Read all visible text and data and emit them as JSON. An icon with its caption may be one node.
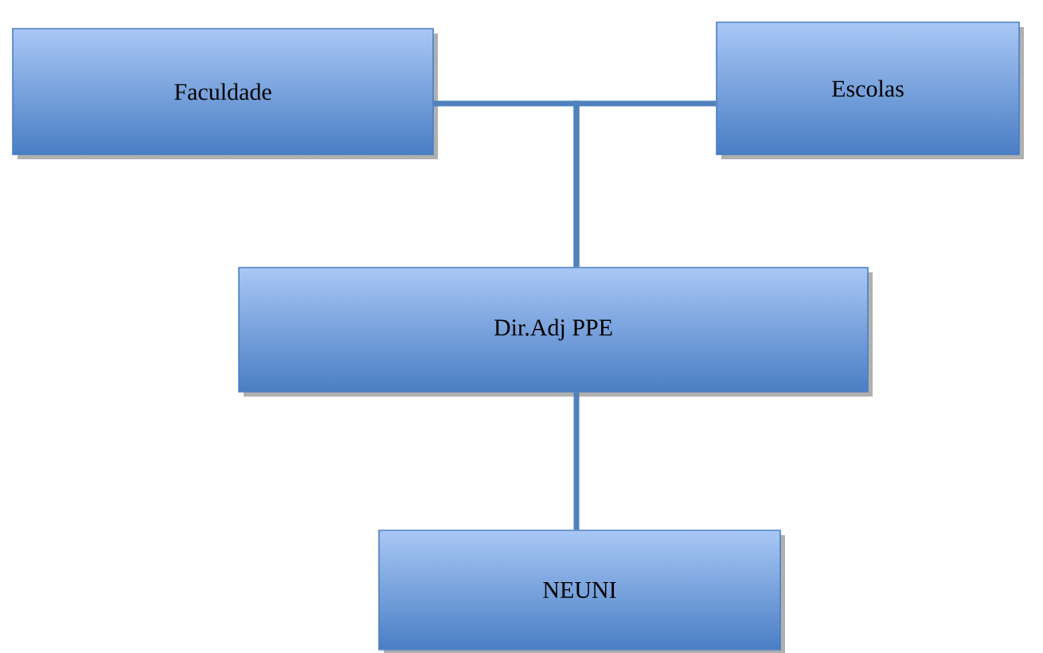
{
  "diagram": {
    "nodes": [
      {
        "text": [
          "Faculdade"
        ]
      },
      {
        "text": [
          "Escolas"
        ]
      },
      {
        "text": [
          "Dir.Adj PPE"
        ]
      },
      {
        "text": [
          "NEUNI"
        ]
      }
    ],
    "edges": [
      {
        "from": 0,
        "to": 2,
        "arrow": "none"
      },
      {
        "from": 1,
        "to": 2,
        "arrow": "none"
      },
      {
        "from": 2,
        "to": 3,
        "arrow": "none"
      }
    ]
  }
}
